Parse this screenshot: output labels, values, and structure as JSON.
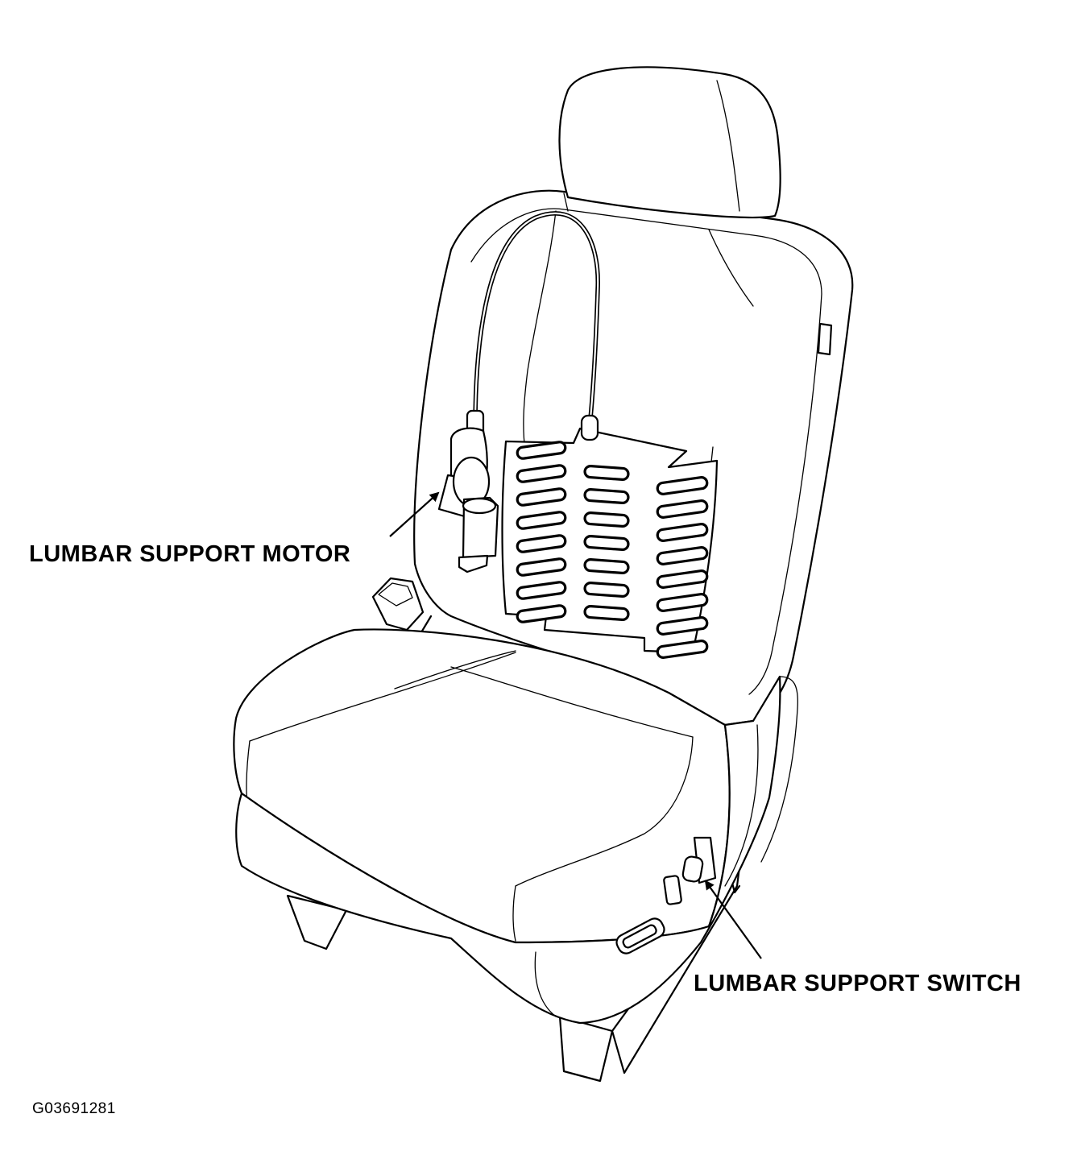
{
  "diagram": {
    "callouts": {
      "motor": "LUMBAR SUPPORT MOTOR",
      "switch": "LUMBAR SUPPORT SWITCH"
    },
    "figure_code": "G03691281",
    "colors": {
      "ink": "#000000",
      "paper": "#ffffff"
    }
  }
}
